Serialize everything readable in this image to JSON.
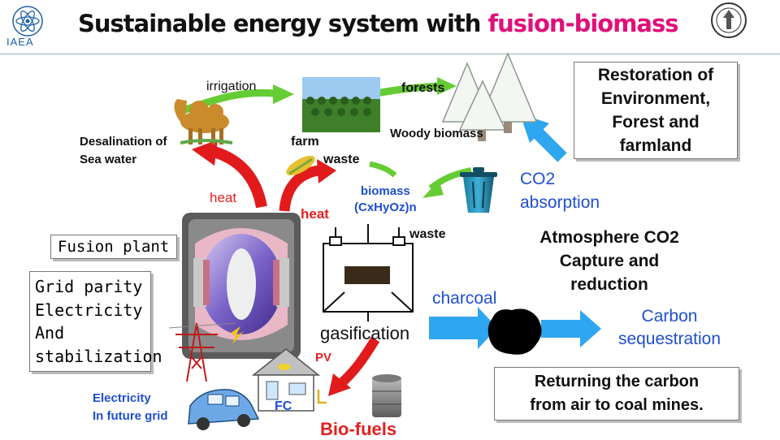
{
  "slide": {
    "title_main": "Sustainable energy system with ",
    "title_highlight": "fusion-biomass",
    "org_logo_text": "IAEA"
  },
  "labels": {
    "irrigation": "irrigation",
    "forests": "forests",
    "desalination": "Desalination of\nSea water",
    "farm": "farm",
    "woody_biomass": "Woody biomass",
    "waste_top": "waste",
    "heat_left": "heat",
    "heat_mid": "heat",
    "biomass": "biomass\n(CxHyOz)n",
    "waste_mid": "waste",
    "charcoal": "charcoal",
    "gasification": "gasification",
    "pv": "PV",
    "fc": "FC",
    "bio_fuels": "Bio-fuels",
    "electricity_future": "Electricity\nIn future grid",
    "co2_absorption": "CO2\nabsorption",
    "atmosphere": "Atmosphere CO2\nCapture and\nreduction",
    "carbon_sequestration": "Carbon\nsequestration"
  },
  "boxes": {
    "restoration": "Restoration of\nEnvironment,\nForest and\nfarmland",
    "returning": "Returning the carbon\nfrom air to coal mines.",
    "fusion_plant": "Fusion plant",
    "grid_parity": "Grid parity\nElectricity\nAnd\nstabilization"
  },
  "colors": {
    "highlight": "#e0107a",
    "blue_label": "#1f4fd0",
    "heat_red": "#e52020",
    "arrow_green": "#66cc33",
    "arrow_blue": "#2ea6f0",
    "arrow_red": "#e11b1b"
  }
}
